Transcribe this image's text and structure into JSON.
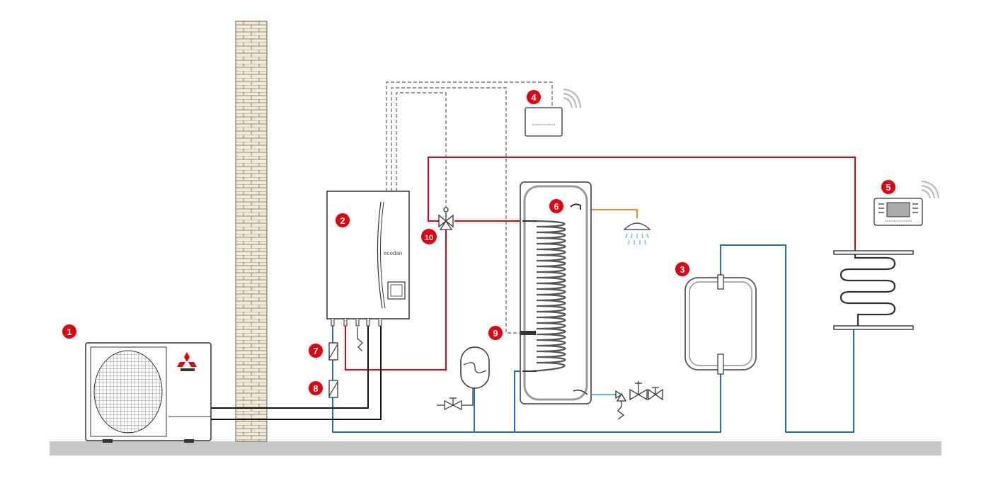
{
  "colors": {
    "flow": "#e3000f",
    "return": "#1f6fc6",
    "refrigerant": "#111111",
    "dhw": "#f08a24",
    "cold_water": "#5bb8e0",
    "control": "#777777",
    "badge": "#e3000f",
    "ground": "#c8c8c8",
    "brick": "#f2ead8"
  },
  "badges": [
    "1",
    "2",
    "3",
    "4",
    "5",
    "6",
    "7",
    "8",
    "9",
    "10"
  ],
  "hydrobox": {
    "brand": "ecodan"
  },
  "components": {
    "outdoor_unit": "heat-pump-outdoor-unit",
    "hydrobox": "indoor-hydrobox",
    "buffer": "buffer-tank",
    "wifi_interface": "wireless-interface",
    "thermostat": "wireless-room-controller",
    "cylinder": "hot-water-cylinder",
    "filter_7": "magnetic-filter",
    "filter_8": "strainer",
    "sensor_9": "cylinder-temperature-sensor",
    "valve_10": "three-way-diverter-valve"
  }
}
